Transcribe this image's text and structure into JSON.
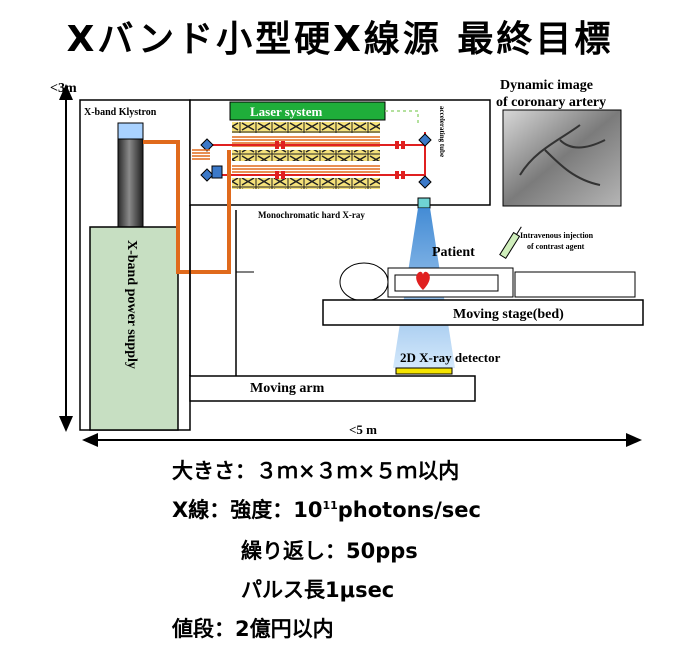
{
  "title": "Xバンド小型硬X線源 最終目標",
  "diagram": {
    "height_label": "<3m",
    "width_label": "<5 m",
    "klystron": "X-band Klystron",
    "power_supply": "X-band power supply",
    "laser_system": "Laser system",
    "acc_tube_label": "accelerating tube",
    "monochromatic_xray": "Monochromatic hard X-ray",
    "dynamic_image_line1": "Dynamic image",
    "dynamic_image_line2": "of coronary artery",
    "injection_line1": "Intravenous injection",
    "injection_line2": "of contrast agent",
    "patient": "Patient",
    "moving_stage": "Moving stage(bed)",
    "detector": "2D X-ray detector",
    "moving_arm": "Moving arm"
  },
  "specs": {
    "size": "大きさ：３ｍ×３ｍ×５ｍ以内",
    "xray_label": "X線：",
    "intensity_prefix": "強度：10",
    "intensity_exp": "11",
    "intensity_suffix": "photons/sec",
    "repetition": "繰り返し：50pps",
    "pulse": "パルス長1μsec",
    "price": "値段：2億円以内"
  },
  "colors": {
    "power_supply_fill": "#c7dfc2",
    "laser_fill": "#1fae3a",
    "rf_line": "#e06a1c",
    "laser_line": "#e02020",
    "xray_beam": "#5aa7e0",
    "detector_fill": "#f5e400",
    "heart": "#e02020"
  }
}
